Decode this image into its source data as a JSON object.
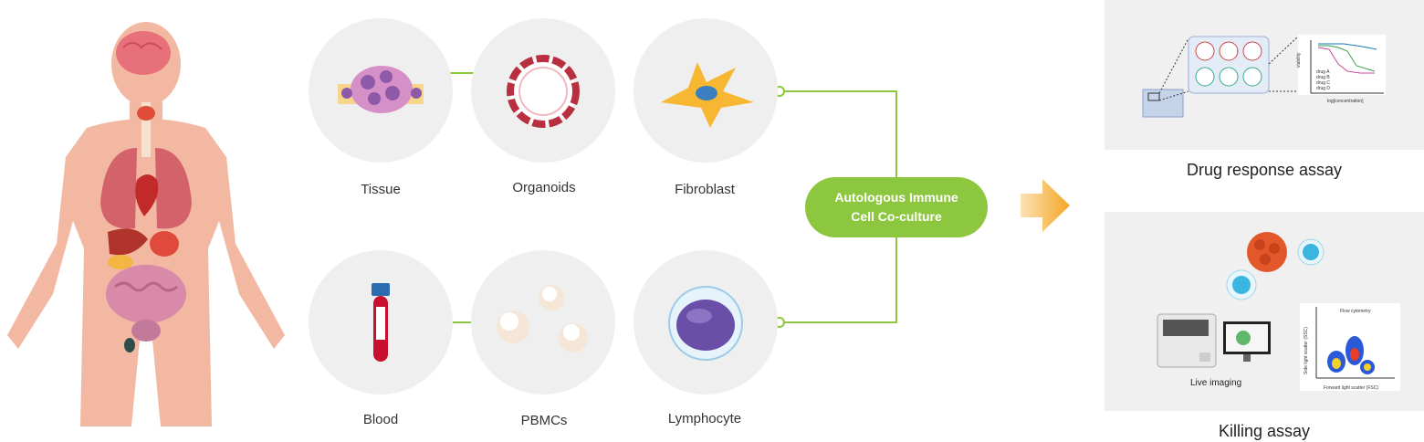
{
  "nodes": {
    "tissue": "Tissue",
    "organoids": "Organoids",
    "fibroblast": "Fibroblast",
    "blood": "Blood",
    "pbmcs": "PBMCs",
    "lymphocyte": "Lymphocyte"
  },
  "coculture": {
    "line1": "Autologous Immune",
    "line2": "Cell Co-culture"
  },
  "assays": {
    "drug_response": {
      "title": "Drug response assay",
      "legend": [
        "drug A",
        "drug B",
        "drug C",
        "drug D"
      ],
      "ylabel": "viability",
      "xlabel": "log[concentration]"
    },
    "killing": {
      "title": "Killing assay",
      "live_imaging": "Live imaging",
      "flow_title": "Flow cytometry",
      "flow_ylabel": "Side light scatter (SSC)",
      "flow_xlabel": "Forward light scatter (FSC)"
    }
  },
  "colors": {
    "connector": "#8dc63f",
    "badge": "#8dc63f",
    "arrow": "#f5a623",
    "circle_bg": "#efefef",
    "body_skin": "#f2b8a2"
  }
}
